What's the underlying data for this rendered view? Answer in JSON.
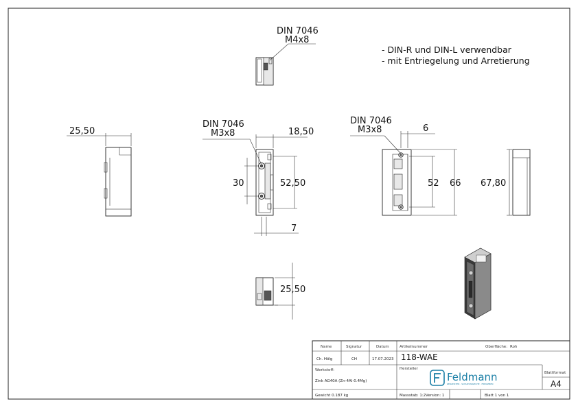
{
  "notes": [
    "- DIN-R und DIN-L verwendbar",
    "- mit Entriegelung und Arretierung"
  ],
  "dimensions": {
    "top_view_screw": [
      "DIN 7046",
      "M4x8"
    ],
    "side_width": "25,50",
    "front_screw": [
      "DIN 7046",
      "M3x8"
    ],
    "front_width": "18,50",
    "front_hole_spacing": "30",
    "front_height": "52,50",
    "front_bottom_offset": "7",
    "right_screw": [
      "DIN 7046",
      "M3x8"
    ],
    "right_offset": "6",
    "right_inner": "52",
    "right_outer": "66",
    "far_height": "67,80",
    "bottom_view_depth": "25,50"
  },
  "title_block": {
    "h_name": "Name",
    "h_signatur": "Signatur",
    "h_datum": "Datum",
    "name": "Ch. Hölg",
    "signatur": "CH",
    "datum": "17.07.2023",
    "h_artikel": "Artikelnummer",
    "artikel": "118-WAE",
    "h_oberflaeche": "Oberfläche:",
    "oberflaeche": "Roh",
    "h_werkstoff": "Werkstoff:",
    "werkstoff": "Zink AG40A (Zn-4Al-0.4Mg)",
    "h_hersteller": "Hersteller",
    "logo_text": "Feldmann",
    "logo_sub": "ZERLEISTEN · SCHLIESSBLECHE · FREIGEBEN",
    "h_blattformat": "Blattformat",
    "blattformat": "A4",
    "gewicht": "Gewicht 0.187 kg",
    "massstab": "Massstab: 1:2",
    "version": "Version: 1",
    "blatt": "Blatt 1 von 1"
  },
  "colors": {
    "logo": "#1b7fa6",
    "line": "#222222"
  }
}
